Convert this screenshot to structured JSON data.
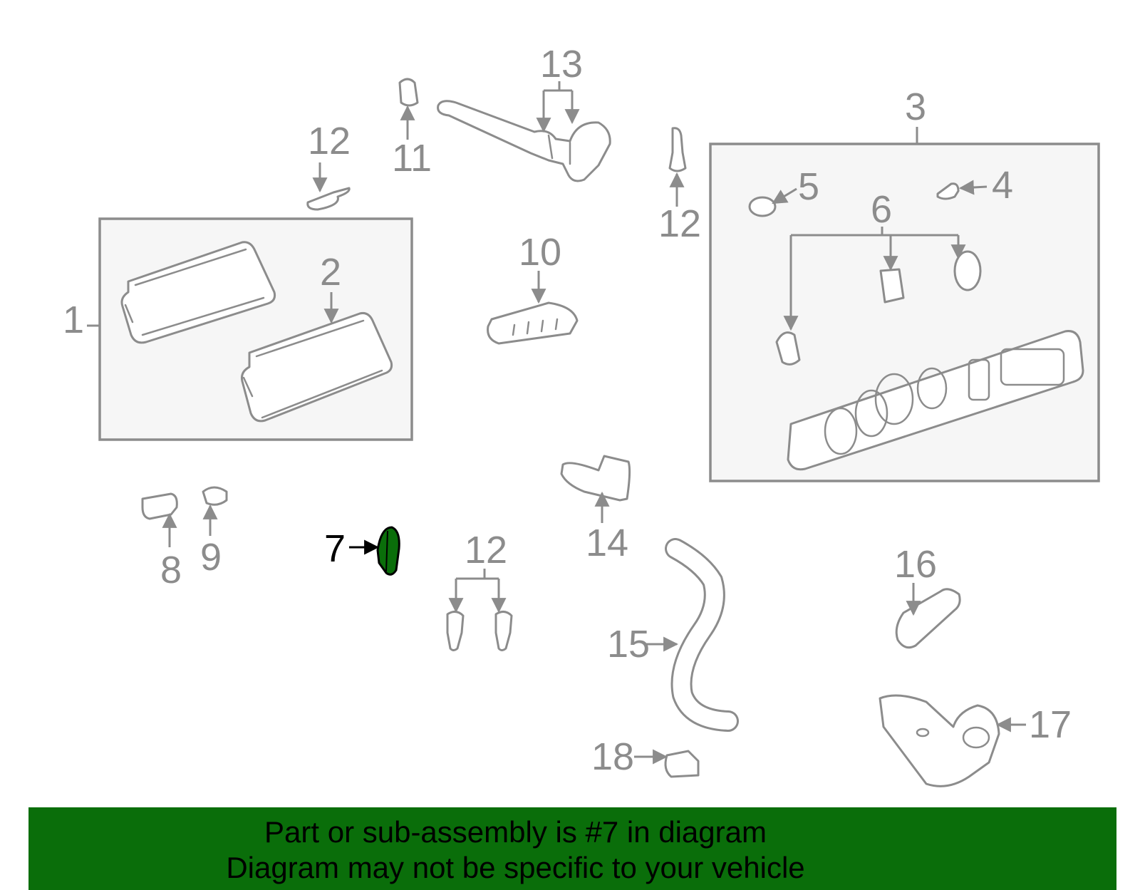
{
  "callouts": {
    "n1": "1",
    "n2": "2",
    "n3": "3",
    "n4": "4",
    "n5": "5",
    "n6": "6",
    "n7": "7",
    "n8": "8",
    "n9": "9",
    "n10": "10",
    "n11": "11",
    "n12a": "12",
    "n12b": "12",
    "n12c": "12",
    "n13": "13",
    "n14": "14",
    "n15": "15",
    "n16": "16",
    "n17": "17",
    "n18": "18"
  },
  "highlight": {
    "part_number": "7",
    "color": "#0a6e0a"
  },
  "banner": {
    "line1": "Part or sub-assembly is #7 in diagram",
    "line2": "Diagram may not be specific to your vehicle",
    "background": "#0a6e0a"
  }
}
